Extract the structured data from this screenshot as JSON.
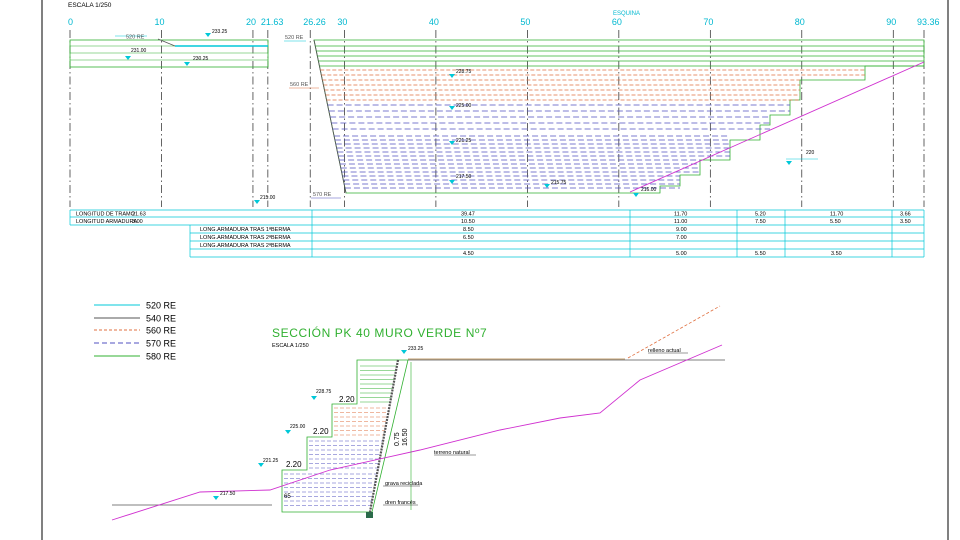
{
  "header": {
    "scale_top": "ESCALA 1/250",
    "esquina": "ESQUINA"
  },
  "axis": {
    "ticks": [
      {
        "label": "0",
        "v": 0
      },
      {
        "label": "10",
        "v": 10
      },
      {
        "label": "20",
        "v": 20
      },
      {
        "label": "21.63",
        "v": 21.63
      },
      {
        "label": "26.26",
        "v": 26.26
      },
      {
        "label": "30",
        "v": 30
      },
      {
        "label": "40",
        "v": 40
      },
      {
        "label": "50",
        "v": 50
      },
      {
        "label": "60",
        "v": 60
      },
      {
        "label": "70",
        "v": 70
      },
      {
        "label": "80",
        "v": 80
      },
      {
        "label": "90",
        "v": 90
      },
      {
        "label": "93.36",
        "v": 93.36
      }
    ]
  },
  "elevation_view": {
    "labels": {
      "re520_a": "520 RE",
      "re520_b": "520 RE",
      "re560": "560 RE",
      "re570": "570 RE"
    },
    "levels": {
      "l233_25": "233.25",
      "l231_00": "231.00",
      "l230_25": "230.25",
      "l228_75": "228.75",
      "l225_00": "225.00",
      "l221_25": "221.25",
      "l217_50": "217.50",
      "l215_75": "215.75",
      "l215_00": "215.00",
      "l216_00": "216.00",
      "l220": "220"
    }
  },
  "table": {
    "row1_label": "LONGITUD DE TRAMO",
    "row2_label": "LONGITUD ARMADURA",
    "row1": [
      "21.63",
      "39.47",
      "11.70",
      "5.20",
      "11.70",
      "3.66"
    ],
    "row2": [
      "3.00",
      "10.50",
      "11.00",
      "7.50",
      "5.50",
      "3.50"
    ],
    "berma_labels": [
      "LONG.ARMADURA TRAS 1ªBERMA",
      "LONG.ARMADURA TRAS 2ªBERMA",
      "LONG.ARMADURA TRAS 2ªBERMA"
    ],
    "berma1": [
      "8.50",
      "9.00"
    ],
    "berma2": [
      "6.50",
      "7.00"
    ],
    "berma3": [
      "4.50",
      "5.00",
      "5.50",
      "3.50"
    ]
  },
  "legend": [
    {
      "label": "520 RE",
      "color": "#00c8d8"
    },
    {
      "label": "540 RE",
      "color": "#555555"
    },
    {
      "label": "560 RE",
      "color": "#e07040"
    },
    {
      "label": "570 RE",
      "color": "#5050c0"
    },
    {
      "label": "580 RE",
      "color": "#30b030"
    }
  ],
  "section": {
    "title": "SECCIÓN PK 40 MURO VERDE Nº7",
    "scale": "ESCALA 1/250",
    "levels": [
      "233.25",
      "228.75",
      "225.00",
      "221.25",
      "217.50"
    ],
    "bench_widths": [
      "2.20",
      "2.20",
      "2.20"
    ],
    "dims": {
      "slope": "0.75",
      "height": "16.50"
    },
    "notes": {
      "relleno": "relleno actual",
      "terreno": "terreno natural",
      "grava": "grava reciclada",
      "dren": "dren francés"
    }
  }
}
